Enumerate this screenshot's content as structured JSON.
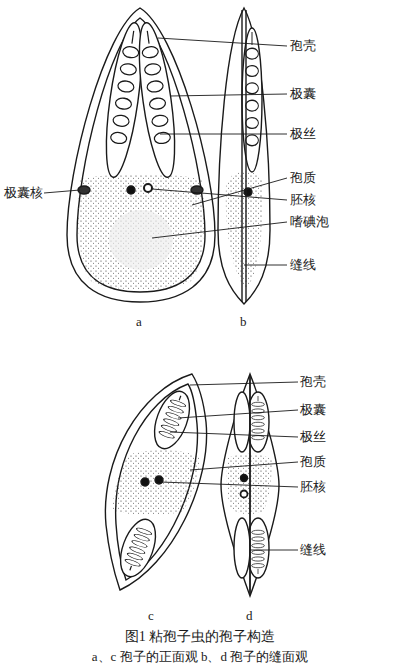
{
  "diagram": {
    "caption": "图1 粘孢子虫的孢子构造",
    "labels": [
      "孢壳",
      "极囊",
      "极丝",
      "极囊核",
      "孢质",
      "胚核",
      "嗜碘泡",
      "缝线",
      "a",
      "b",
      "孢壳",
      "极囊",
      "极丝",
      "孢质",
      "胚核",
      "缝线",
      "c",
      "d",
      "a、c 孢子的正面观 b、d 孢子的缝面观"
    ]
  }
}
